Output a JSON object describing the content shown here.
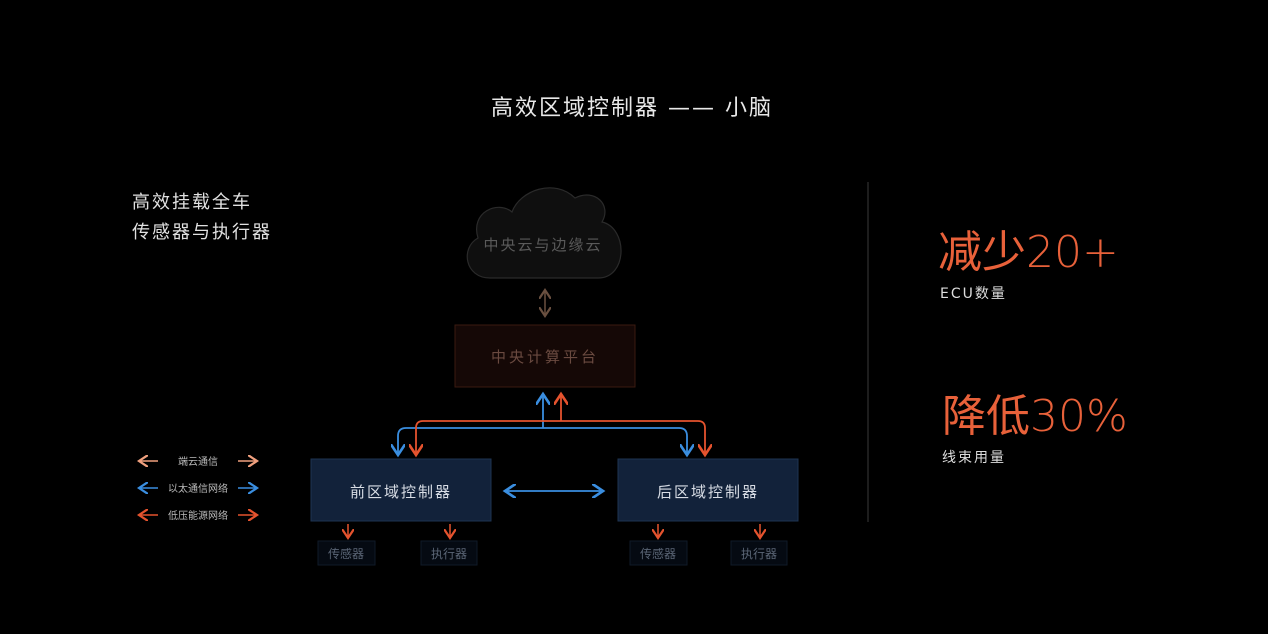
{
  "title": "高效区域控制器 —— 小脑",
  "intro": {
    "line1": "高效挂载全车",
    "line2": "传感器与执行器"
  },
  "diagram": {
    "cloud": "中央云与边缘云",
    "central": "中央计算平台",
    "front": "前区域控制器",
    "rear": "后区域控制器",
    "front_sensor": "传感器",
    "front_actuator": "执行器",
    "rear_sensor": "传感器",
    "rear_actuator": "执行器"
  },
  "legend": [
    {
      "label": "端云通信",
      "color": "#f0a07e"
    },
    {
      "label": "以太通信网络",
      "color": "#3a8ee0"
    },
    {
      "label": "低压能源网络",
      "color": "#e5532e"
    }
  ],
  "stats": [
    {
      "value": "减少20+",
      "label": "ECU数量"
    },
    {
      "value": "降低30%",
      "label": "线束用量"
    }
  ],
  "colors": {
    "accent": "#e8613a",
    "box": "#12223a",
    "blue": "#3a8ee0",
    "red": "#e5532e"
  }
}
